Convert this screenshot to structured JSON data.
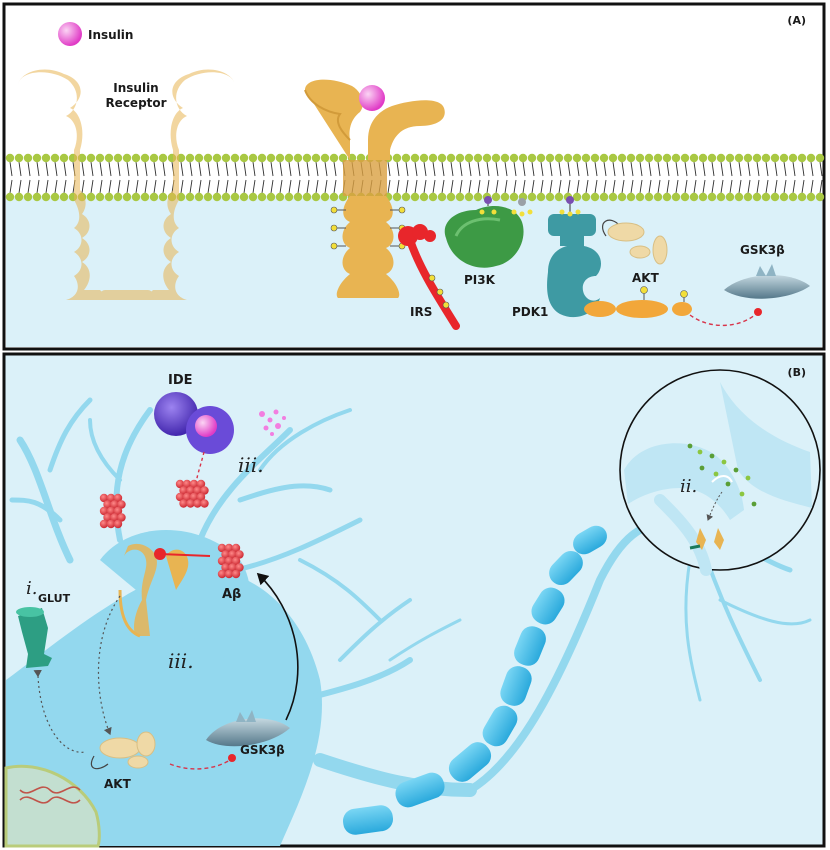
{
  "panels": {
    "a": {
      "letter": "(A)",
      "insulin_legend": "Insulin",
      "receptor_label_line1": "Insulin",
      "receptor_label_line2": "Receptor",
      "irs": "IRS",
      "pi3k": "PI3K",
      "pdk1": "PDK1",
      "akt": "AKT",
      "gsk3b": "GSK3β"
    },
    "b": {
      "letter": "(B)",
      "ide": "IDE",
      "roman_iii_top": "iii.",
      "roman_i": "i.",
      "glut": "GLUT",
      "abeta": "Aβ",
      "roman_iii_mid": "iii.",
      "akt": "AKT",
      "gsk3b": "GSK3β",
      "roman_ii": "ii."
    }
  },
  "colors": {
    "frame": "#111111",
    "cytoplasm": "#dbf1f9",
    "neuron": "#93d8ee",
    "myelin": "#3fbce8",
    "lipid_head": "#a9c843",
    "receptor": "#e8b452",
    "insulin": "#ea4fd3",
    "irs": "#e8262b",
    "pi3k": "#3d9a45",
    "pdk1": "#3e9aa3",
    "akt": "#efd9a6",
    "gsk3b": "#8fb4c4",
    "glut": "#2d9e83",
    "abeta": "#e0323a",
    "ide": "#5a3ec8"
  }
}
